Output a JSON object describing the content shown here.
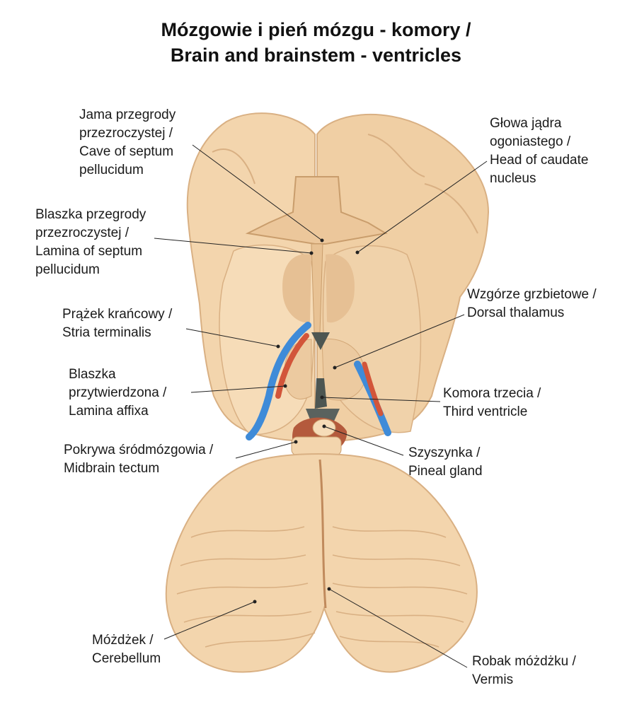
{
  "title": {
    "line1": "Mózgowie i pień mózgu - komory /",
    "line2": "Brain and brainstem - ventricles"
  },
  "labels": {
    "cave_septum": [
      "Jama przegrody",
      "przezroczystej /",
      "Cave of septum",
      "pellucidum"
    ],
    "caudate_head": [
      "Głowa jądra",
      "ogoniastego /",
      "Head of caudate",
      "nucleus"
    ],
    "lamina_septum": [
      "Blaszka przegrody",
      "przezroczystej /",
      "Lamina of septum",
      "pellucidum"
    ],
    "stria_terminalis": [
      "Prążek krańcowy /",
      "Stria terminalis"
    ],
    "dorsal_thalamus": [
      "Wzgórze grzbietowe /",
      "Dorsal thalamus"
    ],
    "lamina_affixa": [
      "Blaszka",
      "przytwierdzona /",
      "Lamina affixa"
    ],
    "third_ventricle": [
      "Komora trzecia /",
      "Third ventricle"
    ],
    "midbrain_tectum": [
      "Pokrywa śródmózgowia /",
      "Midbrain tectum"
    ],
    "pineal_gland": [
      "Szyszynka /",
      "Pineal gland"
    ],
    "cerebellum": [
      "Móżdżek /",
      "Cerebellum"
    ],
    "vermis": [
      "Robak móżdżku /",
      "Vermis"
    ]
  },
  "colors": {
    "tissue": "#f3d5ad",
    "tissue_shade": "#d9b083",
    "ventricle": "#4d5652",
    "blue_vessel": "#3f8bd8",
    "red_vessel": "#d2553a",
    "tectum": "#b45a3c"
  }
}
